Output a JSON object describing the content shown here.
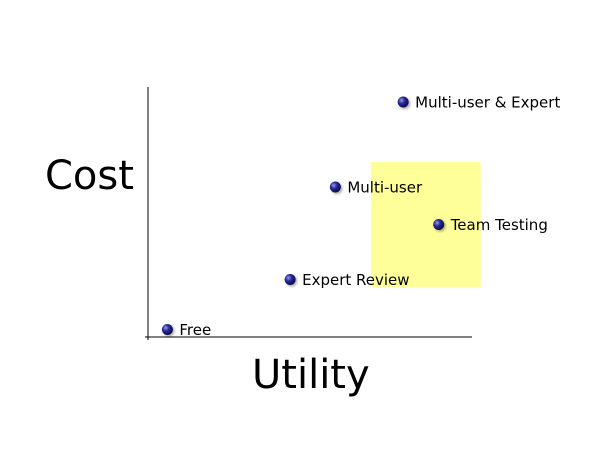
{
  "chart_data": {
    "type": "scatter",
    "xlabel": "Utility",
    "ylabel": "Cost",
    "xlim": [
      0,
      10
    ],
    "ylim": [
      0,
      10
    ],
    "grid": false,
    "highlight_region": {
      "x": [
        6.9,
        10.3
      ],
      "y": [
        2.0,
        7.0
      ],
      "color": "#ffff99"
    },
    "points": [
      {
        "label": "Free",
        "x": 0.6,
        "y": 0.3
      },
      {
        "label": "Expert Review",
        "x": 4.4,
        "y": 2.3
      },
      {
        "label": "Multi-user",
        "x": 5.8,
        "y": 6.0
      },
      {
        "label": "Team Testing",
        "x": 9.0,
        "y": 4.5
      },
      {
        "label": "Multi-user & Expert",
        "x": 7.9,
        "y": 9.4
      }
    ],
    "colors": {
      "point": "#1a1a7a",
      "point_highlight": "#8888dd",
      "axis": "#000000"
    }
  }
}
